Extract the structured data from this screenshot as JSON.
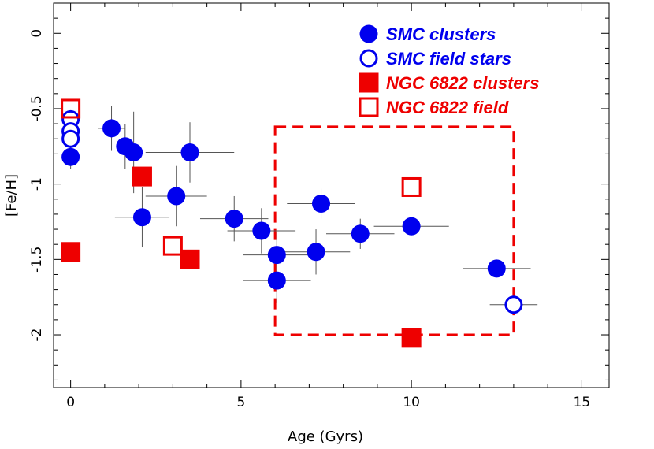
{
  "chart_data": {
    "type": "scatter",
    "title": "",
    "xlabel": "Age (Gyrs)",
    "ylabel": "[Fe/H]",
    "xlim": [
      -0.5,
      15.8
    ],
    "ylim": [
      -2.35,
      0.2
    ],
    "xticks": [
      0,
      5,
      10,
      15
    ],
    "yticks": [
      0,
      -0.5,
      -1,
      -1.5,
      -2
    ],
    "xtick_labels": [
      "0",
      "5",
      "10",
      "15"
    ],
    "ytick_labels": [
      "0",
      "-0.5",
      "-1",
      "-1.5",
      "-2"
    ],
    "grid": false,
    "legend": "top-right",
    "colors": {
      "smc": "#0000ee",
      "ngc": "#ee0000",
      "errorbar": "#555555"
    },
    "series": [
      {
        "name": "SMC clusters",
        "marker": "filled-circle",
        "color": "#0000ee",
        "points": [
          {
            "x": 0.0,
            "y": -0.82,
            "xerr": 0.0,
            "yerr": 0.08
          },
          {
            "x": 1.2,
            "y": -0.63,
            "xerr": 0.4,
            "yerr": 0.15
          },
          {
            "x": 1.6,
            "y": -0.75,
            "xerr": 0.2,
            "yerr": 0.15
          },
          {
            "x": 1.85,
            "y": -0.79,
            "xerr": 0.2,
            "yerr": 0.27
          },
          {
            "x": 2.1,
            "y": -1.22,
            "xerr": 0.8,
            "yerr": 0.2
          },
          {
            "x": 3.1,
            "y": -1.08,
            "xerr": 0.9,
            "yerr": 0.2
          },
          {
            "x": 3.5,
            "y": -0.79,
            "xerr": 1.3,
            "yerr": 0.2
          },
          {
            "x": 4.8,
            "y": -1.23,
            "xerr": 1.0,
            "yerr": 0.15
          },
          {
            "x": 5.6,
            "y": -1.31,
            "xerr": 1.0,
            "yerr": 0.15
          },
          {
            "x": 6.05,
            "y": -1.47,
            "xerr": 1.0,
            "yerr": 0.15
          },
          {
            "x": 6.05,
            "y": -1.64,
            "xerr": 1.0,
            "yerr": 0.15
          },
          {
            "x": 7.2,
            "y": -1.45,
            "xerr": 1.0,
            "yerr": 0.15
          },
          {
            "x": 7.35,
            "y": -1.13,
            "xerr": 1.0,
            "yerr": 0.1
          },
          {
            "x": 8.5,
            "y": -1.33,
            "xerr": 1.0,
            "yerr": 0.1
          },
          {
            "x": 10.0,
            "y": -1.28,
            "xerr": 1.1,
            "yerr": 0.05
          },
          {
            "x": 12.5,
            "y": -1.56,
            "xerr": 1.0,
            "yerr": 0.05
          }
        ]
      },
      {
        "name": "SMC field stars",
        "marker": "open-circle",
        "color": "#0000ee",
        "points": [
          {
            "x": 0.0,
            "y": -0.57,
            "xerr": 0.0,
            "yerr": 0.0
          },
          {
            "x": 0.0,
            "y": -0.65,
            "xerr": 0.0,
            "yerr": 0.0
          },
          {
            "x": 0.0,
            "y": -0.7,
            "xerr": 0.0,
            "yerr": 0.0
          },
          {
            "x": 13.0,
            "y": -1.8,
            "xerr": 0.7,
            "yerr": 0.05
          }
        ]
      },
      {
        "name": "NGC 6822 clusters",
        "marker": "filled-square",
        "color": "#ee0000",
        "points": [
          {
            "x": 0.0,
            "y": -1.45
          },
          {
            "x": 2.1,
            "y": -0.95
          },
          {
            "x": 3.5,
            "y": -1.5
          },
          {
            "x": 10.0,
            "y": -2.02
          }
        ]
      },
      {
        "name": "NGC 6822 field",
        "marker": "open-square",
        "color": "#ee0000",
        "points": [
          {
            "x": 0.0,
            "y": -0.5
          },
          {
            "x": 3.0,
            "y": -1.41
          },
          {
            "x": 10.0,
            "y": -1.02
          }
        ]
      }
    ],
    "annotations": [
      {
        "type": "dashed-box",
        "color": "#ee0000",
        "x0": 6.0,
        "x1": 13.0,
        "y0": -2.0,
        "y1": -0.62
      }
    ]
  }
}
